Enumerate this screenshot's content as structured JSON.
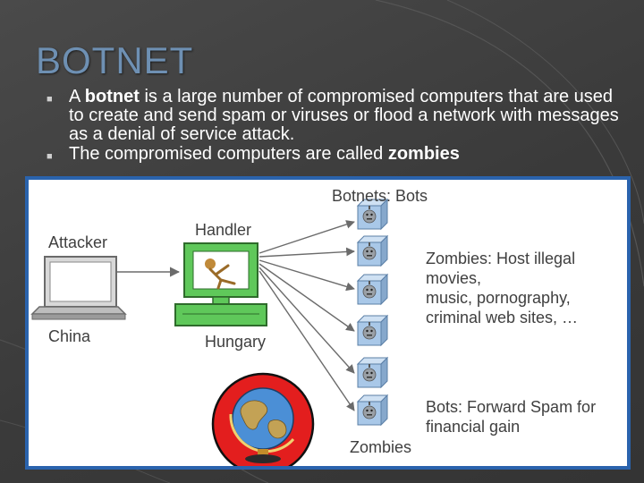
{
  "slide": {
    "title": "BOTNET",
    "bullets": [
      {
        "pre": "A ",
        "bold": "botnet",
        "post": " is a large number of compromised computers that are used to create and send spam or viruses or flood a network with messages as a denial of service attack."
      },
      {
        "pre": "The compromised computers are called ",
        "bold": "zombies",
        "post": ""
      }
    ]
  },
  "diagram": {
    "attacker_label": "Attacker",
    "attacker_location": "China",
    "handler_label": "Handler",
    "handler_location": "Hungary",
    "bots_header": "Botnets: Bots",
    "zombies_note_line1": "Zombies: Host illegal",
    "zombies_note_line2": "movies,",
    "zombies_note_line3": "music, pornography,",
    "zombies_note_line4": "criminal web sites, …",
    "bots_note_line1": "Bots: Forward Spam for",
    "bots_note_line2": "financial gain",
    "zombies_label": "Zombies"
  },
  "colors": {
    "title": "#6e90b3",
    "frame": "#2a63ad",
    "handler_green": "#5fc85a",
    "bot_cube": "#a9c8e8",
    "globe_disc": "#e31e1e"
  }
}
